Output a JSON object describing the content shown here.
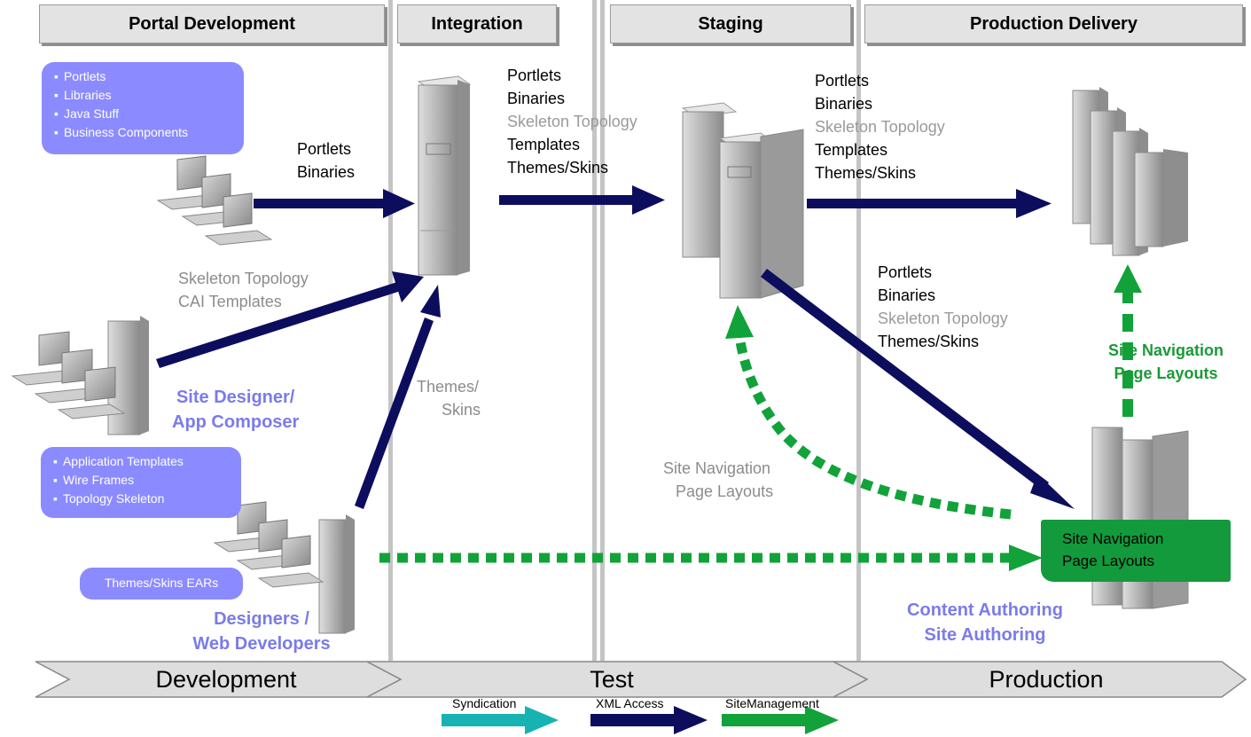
{
  "headers": {
    "portal_development": "Portal Development",
    "integration": "Integration",
    "staging": "Staging",
    "production_delivery": "Production Delivery"
  },
  "dev_bubble": {
    "items": [
      "Portlets",
      "Libraries",
      "Java Stuff",
      "Business Components"
    ]
  },
  "designer_bubble": {
    "items": [
      "Application Templates",
      "Wire Frames",
      "Topology Skeleton"
    ]
  },
  "themes_bubble": {
    "label": "Themes/Skins EARs"
  },
  "labels": {
    "dev_to_integration": [
      "Portlets",
      "Binaries"
    ],
    "skeleton_topology": "Skeleton Topology",
    "cai_templates": "CAI Templates",
    "themes": "Themes/",
    "skins": "Skins",
    "integration_to_staging": {
      "portlets": "Portlets",
      "binaries": "Binaries",
      "skeleton_topology": "Skeleton Topology",
      "templates": "Templates",
      "themes_skins": "Themes/Skins"
    },
    "staging_to_production": {
      "portlets": "Portlets",
      "binaries": "Binaries",
      "skeleton_topology": "Skeleton Topology",
      "templates": "Templates",
      "themes_skins": "Themes/Skins"
    },
    "staging_to_authoring": {
      "portlets": "Portlets",
      "binaries": "Binaries",
      "skeleton_topology": "Skeleton Topology",
      "themes_skins": "Themes/Skins"
    },
    "site_nav_grey": [
      "Site Navigation",
      "Page Layouts"
    ],
    "site_nav_green_bold": [
      "Site Navigation",
      "Page Layouts"
    ],
    "site_nav_box": [
      "Site Navigation",
      "Page Layouts"
    ]
  },
  "roles": {
    "site_designer": [
      "Site Designer/",
      "App Composer"
    ],
    "designers": [
      "Designers /",
      "Web Developers"
    ],
    "content_authoring": [
      "Content Authoring",
      "Site Authoring"
    ]
  },
  "phases": {
    "development": "Development",
    "test": "Test",
    "production": "Production"
  },
  "legend": {
    "syndication": "Syndication",
    "xml_access": "XML Access",
    "site_management": "SiteManagement"
  },
  "colors": {
    "navy_arrow": "#0d0d5e",
    "green_arrow": "#12a23a",
    "teal_arrow": "#17b3b3",
    "role_blue": "#7b7bea",
    "bubble_blue": "#8b8bff",
    "green_box": "#129a3c"
  }
}
